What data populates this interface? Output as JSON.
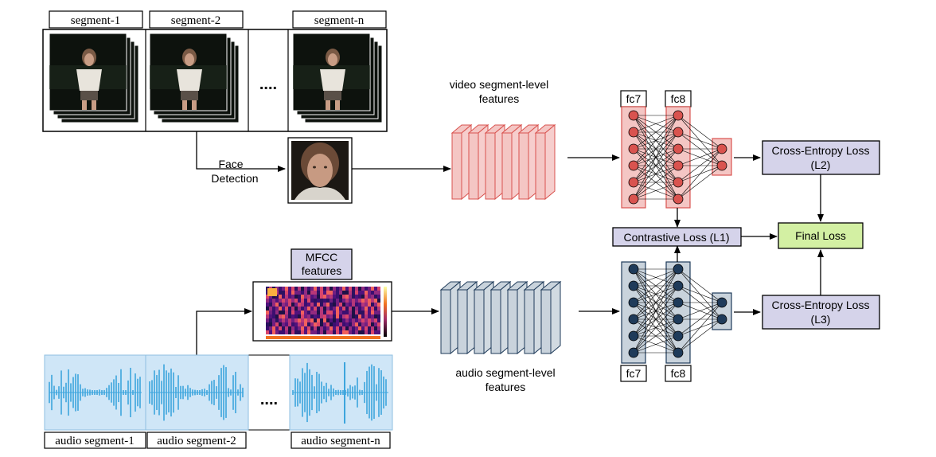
{
  "video_segments": {
    "labels": [
      "segment-1",
      "segment-2",
      "segment-n"
    ],
    "ellipsis": "...."
  },
  "face_detection": {
    "line1": "Face",
    "line2": "Detection"
  },
  "video_features": {
    "line1": "video segment-level",
    "line2": "features"
  },
  "audio_features": {
    "line1": "audio segment-level",
    "line2": "features"
  },
  "mfcc": {
    "line1": "MFCC",
    "line2": "features"
  },
  "audio_segments": {
    "labels": [
      "audio segment-1",
      "audio segment-2",
      "audio segment-n"
    ],
    "ellipsis": "...."
  },
  "fc_labels": {
    "fc7": "fc7",
    "fc8": "fc8"
  },
  "losses": {
    "ce_top_line1": "Cross-Entropy Loss",
    "ce_top_line2": "(L2)",
    "contrastive": "Contrastive Loss (L1)",
    "final": "Final Loss",
    "ce_bottom_line1": "Cross-Entropy Loss",
    "ce_bottom_line2": "(L3)"
  },
  "colors": {
    "video_accent": "#d9534f",
    "video_fill": "#f4c6c4",
    "audio_accent": "#1f3b5a",
    "audio_fill": "#c9d3dc",
    "loss_box": "#d5d3ea",
    "final_box": "#d3f0a3",
    "waveform": "#3da5dd"
  }
}
